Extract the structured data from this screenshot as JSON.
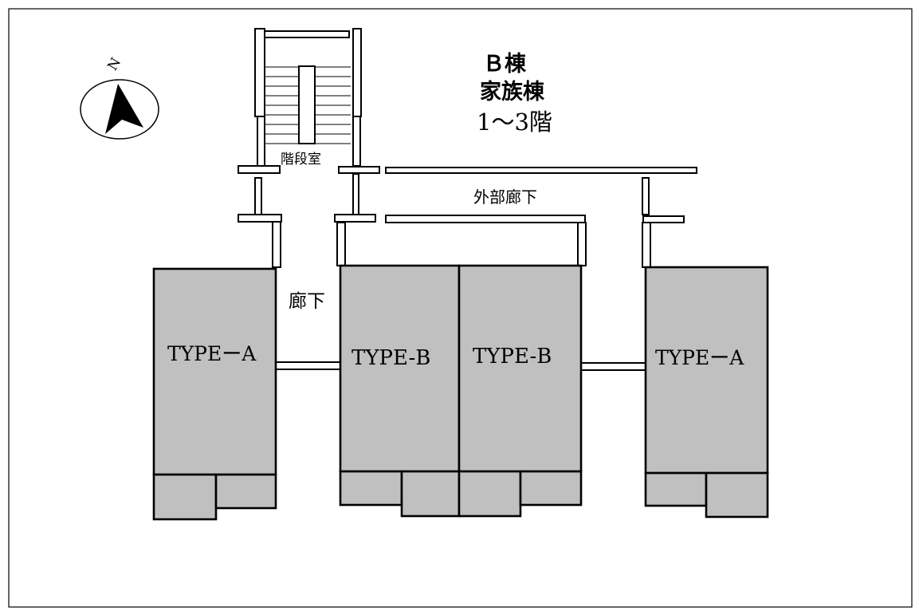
{
  "title": {
    "building": "Ｂ棟",
    "type": "家族棟",
    "floors": "1～3階"
  },
  "labels": {
    "stairwell": "階段室",
    "external_corridor": "外部廊下",
    "corridor": "廊下",
    "compass_north": "N"
  },
  "units": {
    "left": "TYPEーA",
    "center_left": "TYPE-B",
    "center_right": "TYPE-B",
    "right": "TYPEーA"
  },
  "colors": {
    "unit_fill": "#c0c0c0",
    "line": "#000000",
    "background": "#ffffff"
  }
}
